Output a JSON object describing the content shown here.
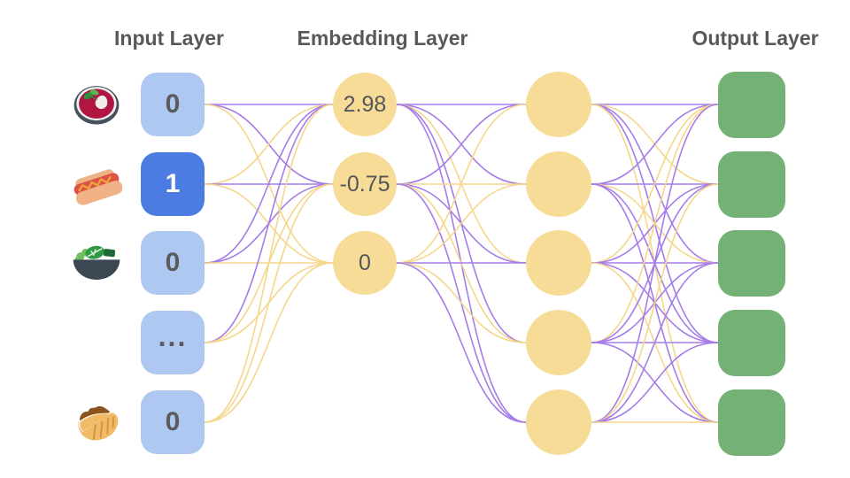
{
  "titles": {
    "input": "Input Layer",
    "embedding": "Embedding Layer",
    "output": "Output Layer"
  },
  "input_layer": {
    "nodes": [
      {
        "icon": "soup-bowl",
        "value": "0",
        "state": "inactive"
      },
      {
        "icon": "hot-dog",
        "value": "1",
        "state": "active"
      },
      {
        "icon": "salad",
        "value": "0",
        "state": "inactive"
      },
      {
        "icon": null,
        "value": "...",
        "state": "inactive"
      },
      {
        "icon": "stuffed-flatbread",
        "value": "0",
        "state": "inactive"
      }
    ]
  },
  "embedding_layer": {
    "nodes": [
      {
        "value": "2.98"
      },
      {
        "value": "-0.75"
      },
      {
        "value": "0"
      }
    ]
  },
  "hidden_layer": {
    "node_count": 5
  },
  "output_layer": {
    "node_count": 5
  },
  "colors": {
    "edge_purple": "#A57CE8",
    "edge_yellow": "#F5D78C",
    "input_node": "#AFC8F1",
    "input_node_active": "#4C7CE1",
    "embedding_node": "#F6DC96",
    "output_node": "#74B175",
    "label_text": "#58585A",
    "value_text": "#5B5B5E",
    "active_value_text": "#FFFFFF"
  },
  "edges": {
    "input_to_embedding": [
      [
        "purple",
        "purple",
        "yellow"
      ],
      [
        "yellow",
        "purple",
        "yellow"
      ],
      [
        "purple",
        "purple",
        "yellow"
      ],
      [
        "purple",
        "yellow",
        "yellow"
      ],
      [
        "yellow",
        "yellow",
        "yellow"
      ]
    ],
    "embedding_to_hidden": [
      [
        "purple",
        "purple",
        "yellow",
        "purple",
        "purple"
      ],
      [
        "purple",
        "yellow",
        "purple",
        "yellow",
        "purple"
      ],
      [
        "yellow",
        "yellow",
        "purple",
        "yellow",
        "purple"
      ]
    ],
    "hidden_to_output": [
      [
        "purple",
        "yellow",
        "purple",
        "purple",
        "yellow"
      ],
      [
        "purple",
        "purple",
        "yellow",
        "purple",
        "purple"
      ],
      [
        "yellow",
        "purple",
        "purple",
        "purple",
        "yellow"
      ],
      [
        "yellow",
        "purple",
        "purple",
        "purple",
        "purple"
      ],
      [
        "purple",
        "yellow",
        "purple",
        "purple",
        "yellow"
      ]
    ]
  }
}
